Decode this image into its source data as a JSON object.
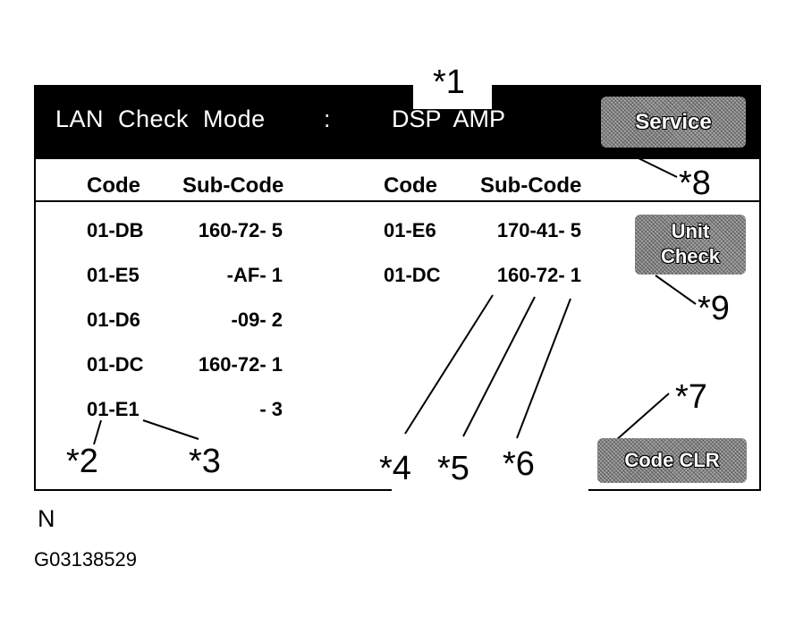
{
  "header": {
    "title": "LAN  Check  Mode",
    "colon": ":",
    "unit": "DSP  AMP"
  },
  "buttons": {
    "service": "Service",
    "unit_check_line1": "Unit",
    "unit_check_line2": "Check",
    "code_clr": "Code CLR"
  },
  "columns": {
    "code": "Code",
    "sub_code": "Sub-Code"
  },
  "left_rows": [
    {
      "code": "01-DB",
      "sub": "160-72- 5"
    },
    {
      "code": "01-E5",
      "sub": "-AF- 1"
    },
    {
      "code": "01-D6",
      "sub": "-09- 2"
    },
    {
      "code": "01-DC",
      "sub": "160-72- 1"
    },
    {
      "code": "01-E1",
      "sub": "- 3"
    }
  ],
  "right_rows": [
    {
      "code": "01-E6",
      "sub": "170-41- 5"
    },
    {
      "code": "01-DC",
      "sub": "160-72- 1"
    }
  ],
  "callouts": {
    "c1": "*1",
    "c2": "*2",
    "c3": "*3",
    "c4": "*4",
    "c5": "*5",
    "c6": "*6",
    "c7": "*7",
    "c8": "*8",
    "c9": "*9"
  },
  "footer": {
    "letter": "N",
    "figure_id": "G03138529"
  }
}
